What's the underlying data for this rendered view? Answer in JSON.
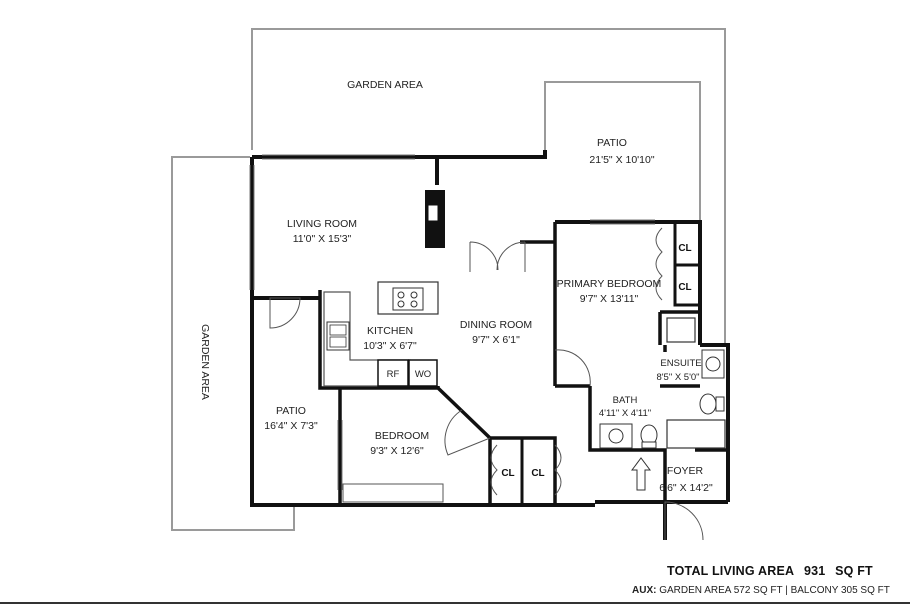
{
  "rooms": {
    "garden_top": "GARDEN AREA",
    "garden_left": "GARDEN AREA",
    "patio_top": {
      "name": "PATIO",
      "dims": "21'5\" X 10'10\""
    },
    "living": {
      "name": "LIVING ROOM",
      "dims": "11'0\" X 15'3\""
    },
    "kitchen": {
      "name": "KITCHEN",
      "dims": "10'3\" X 6'7\""
    },
    "dining": {
      "name": "DINING ROOM",
      "dims": "9'7\" X 6'1\""
    },
    "primary": {
      "name": "PRIMARY BEDROOM",
      "dims": "9'7\" X 13'11\""
    },
    "ensuite": {
      "name": "ENSUITE",
      "dims": "8'5\" X 5'0\""
    },
    "bath": {
      "name": "BATH",
      "dims": "4'11\" X 4'11\""
    },
    "patio_left": {
      "name": "PATIO",
      "dims": "16'4\" X 7'3\""
    },
    "bedroom": {
      "name": "BEDROOM",
      "dims": "9'3\" X 12'6\""
    },
    "foyer": {
      "name": "FOYER",
      "dims": "6'6\" X 14'2\""
    }
  },
  "closets": {
    "cl1": "CL",
    "cl2": "CL",
    "cl3": "CL",
    "cl4": "CL"
  },
  "appliances": {
    "rf": "RF",
    "wo": "WO"
  },
  "footer": {
    "total_label": "TOTAL LIVING AREA",
    "total_value": "931",
    "total_unit": "SQ FT",
    "aux_label": "AUX:",
    "aux_text": "GARDEN AREA 572 SQ FT  | BALCONY 305 SQ FT"
  }
}
